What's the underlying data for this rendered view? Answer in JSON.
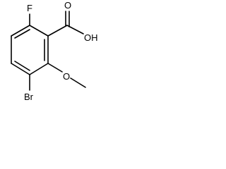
{
  "molecule": {
    "labels": {
      "fluorine": "F",
      "carboxyl_oh": "OH",
      "carboxyl_o": "O",
      "methoxy_o": "O",
      "bromine": "Br"
    },
    "colors": {
      "bond": "#000000",
      "label": "#000000",
      "background": "#ffffff"
    }
  }
}
